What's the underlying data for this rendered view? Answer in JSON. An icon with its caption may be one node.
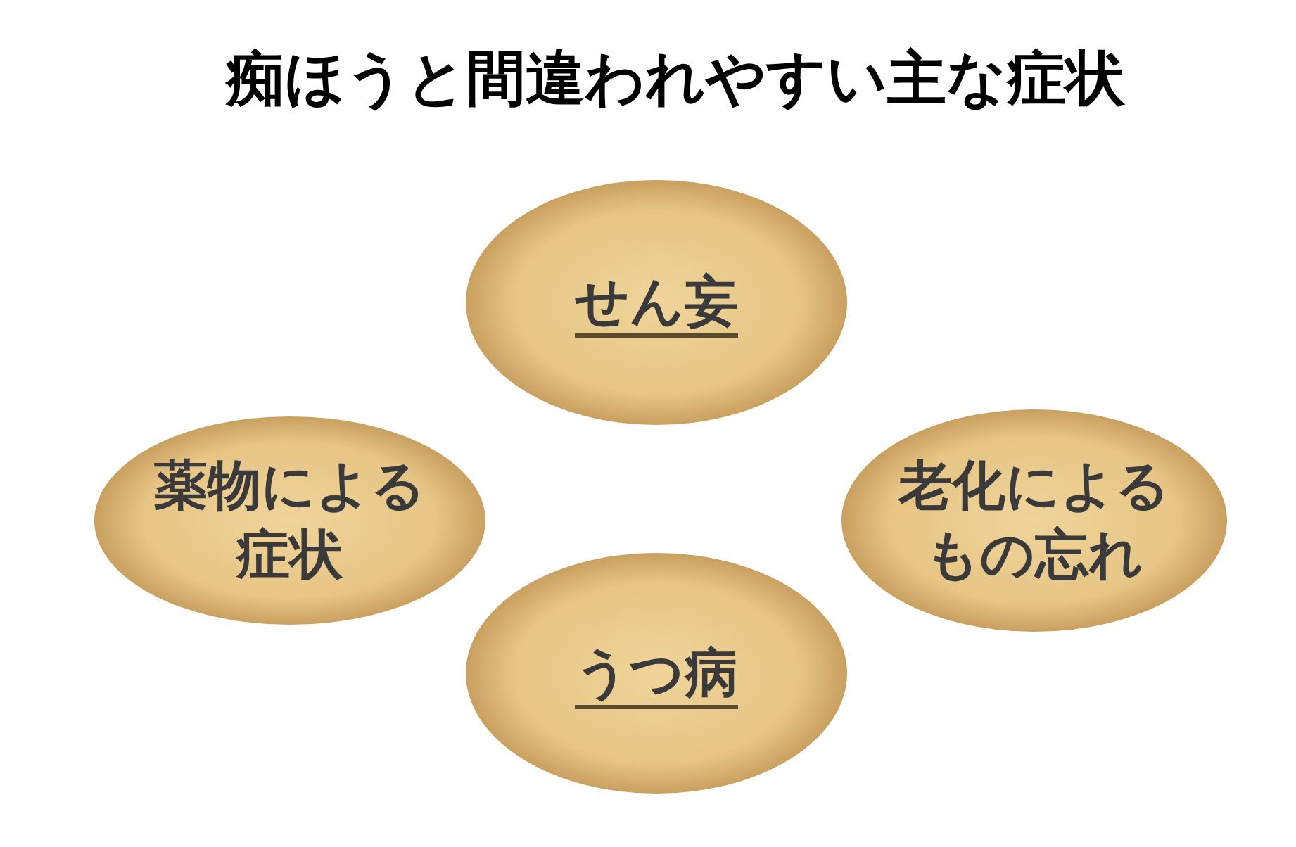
{
  "diagram": {
    "title": "痴ほうと間違われやすい主な症状",
    "nodes": [
      {
        "text": [
          "せん妄"
        ]
      },
      {
        "text": [
          "薬物による症状"
        ]
      },
      {
        "text": [
          "老化によるもの忘れ"
        ]
      },
      {
        "text": [
          "うつ病"
        ]
      }
    ]
  }
}
